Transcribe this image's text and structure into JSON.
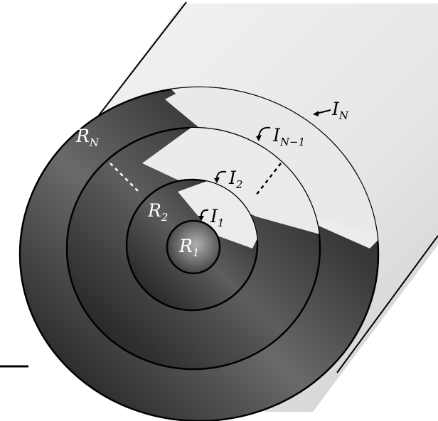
{
  "regions": [
    {
      "name": "R",
      "sub": "1"
    },
    {
      "name": "R",
      "sub": "2"
    },
    {
      "name": "R",
      "sub": "N"
    }
  ],
  "interfaces": [
    {
      "name": "I",
      "sub": "1"
    },
    {
      "name": "I",
      "sub": "2"
    },
    {
      "name": "I",
      "sub": "N−1"
    },
    {
      "name": "I",
      "sub": "N"
    }
  ],
  "colors": {
    "dark_layer": "#2a2a2a",
    "mid_layer": "#4a4a4a",
    "tube_surface": "#e8e8e8",
    "outline": "#000000"
  }
}
